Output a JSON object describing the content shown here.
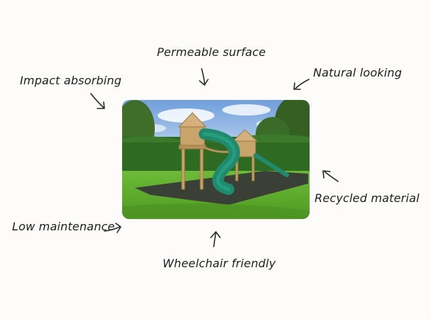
{
  "features": {
    "top": "Permeable surface",
    "top_right": "Natural looking",
    "top_left": "Impact absorbing",
    "right": "Recycled material",
    "bottom_left": "Low maintenance",
    "bottom": "Wheelchair friendly"
  },
  "photo": {
    "subject": "wooden playground tower with green tube slide on rubber mulch",
    "colors": {
      "sky": "#8fb9e8",
      "grass": "#5fae2e",
      "hedge": "#2e6b24",
      "rubber": "#3b4036",
      "slide": "#1f8a6e",
      "wood": "#c9a46a"
    }
  },
  "icons": [
    "arrow-icon"
  ]
}
